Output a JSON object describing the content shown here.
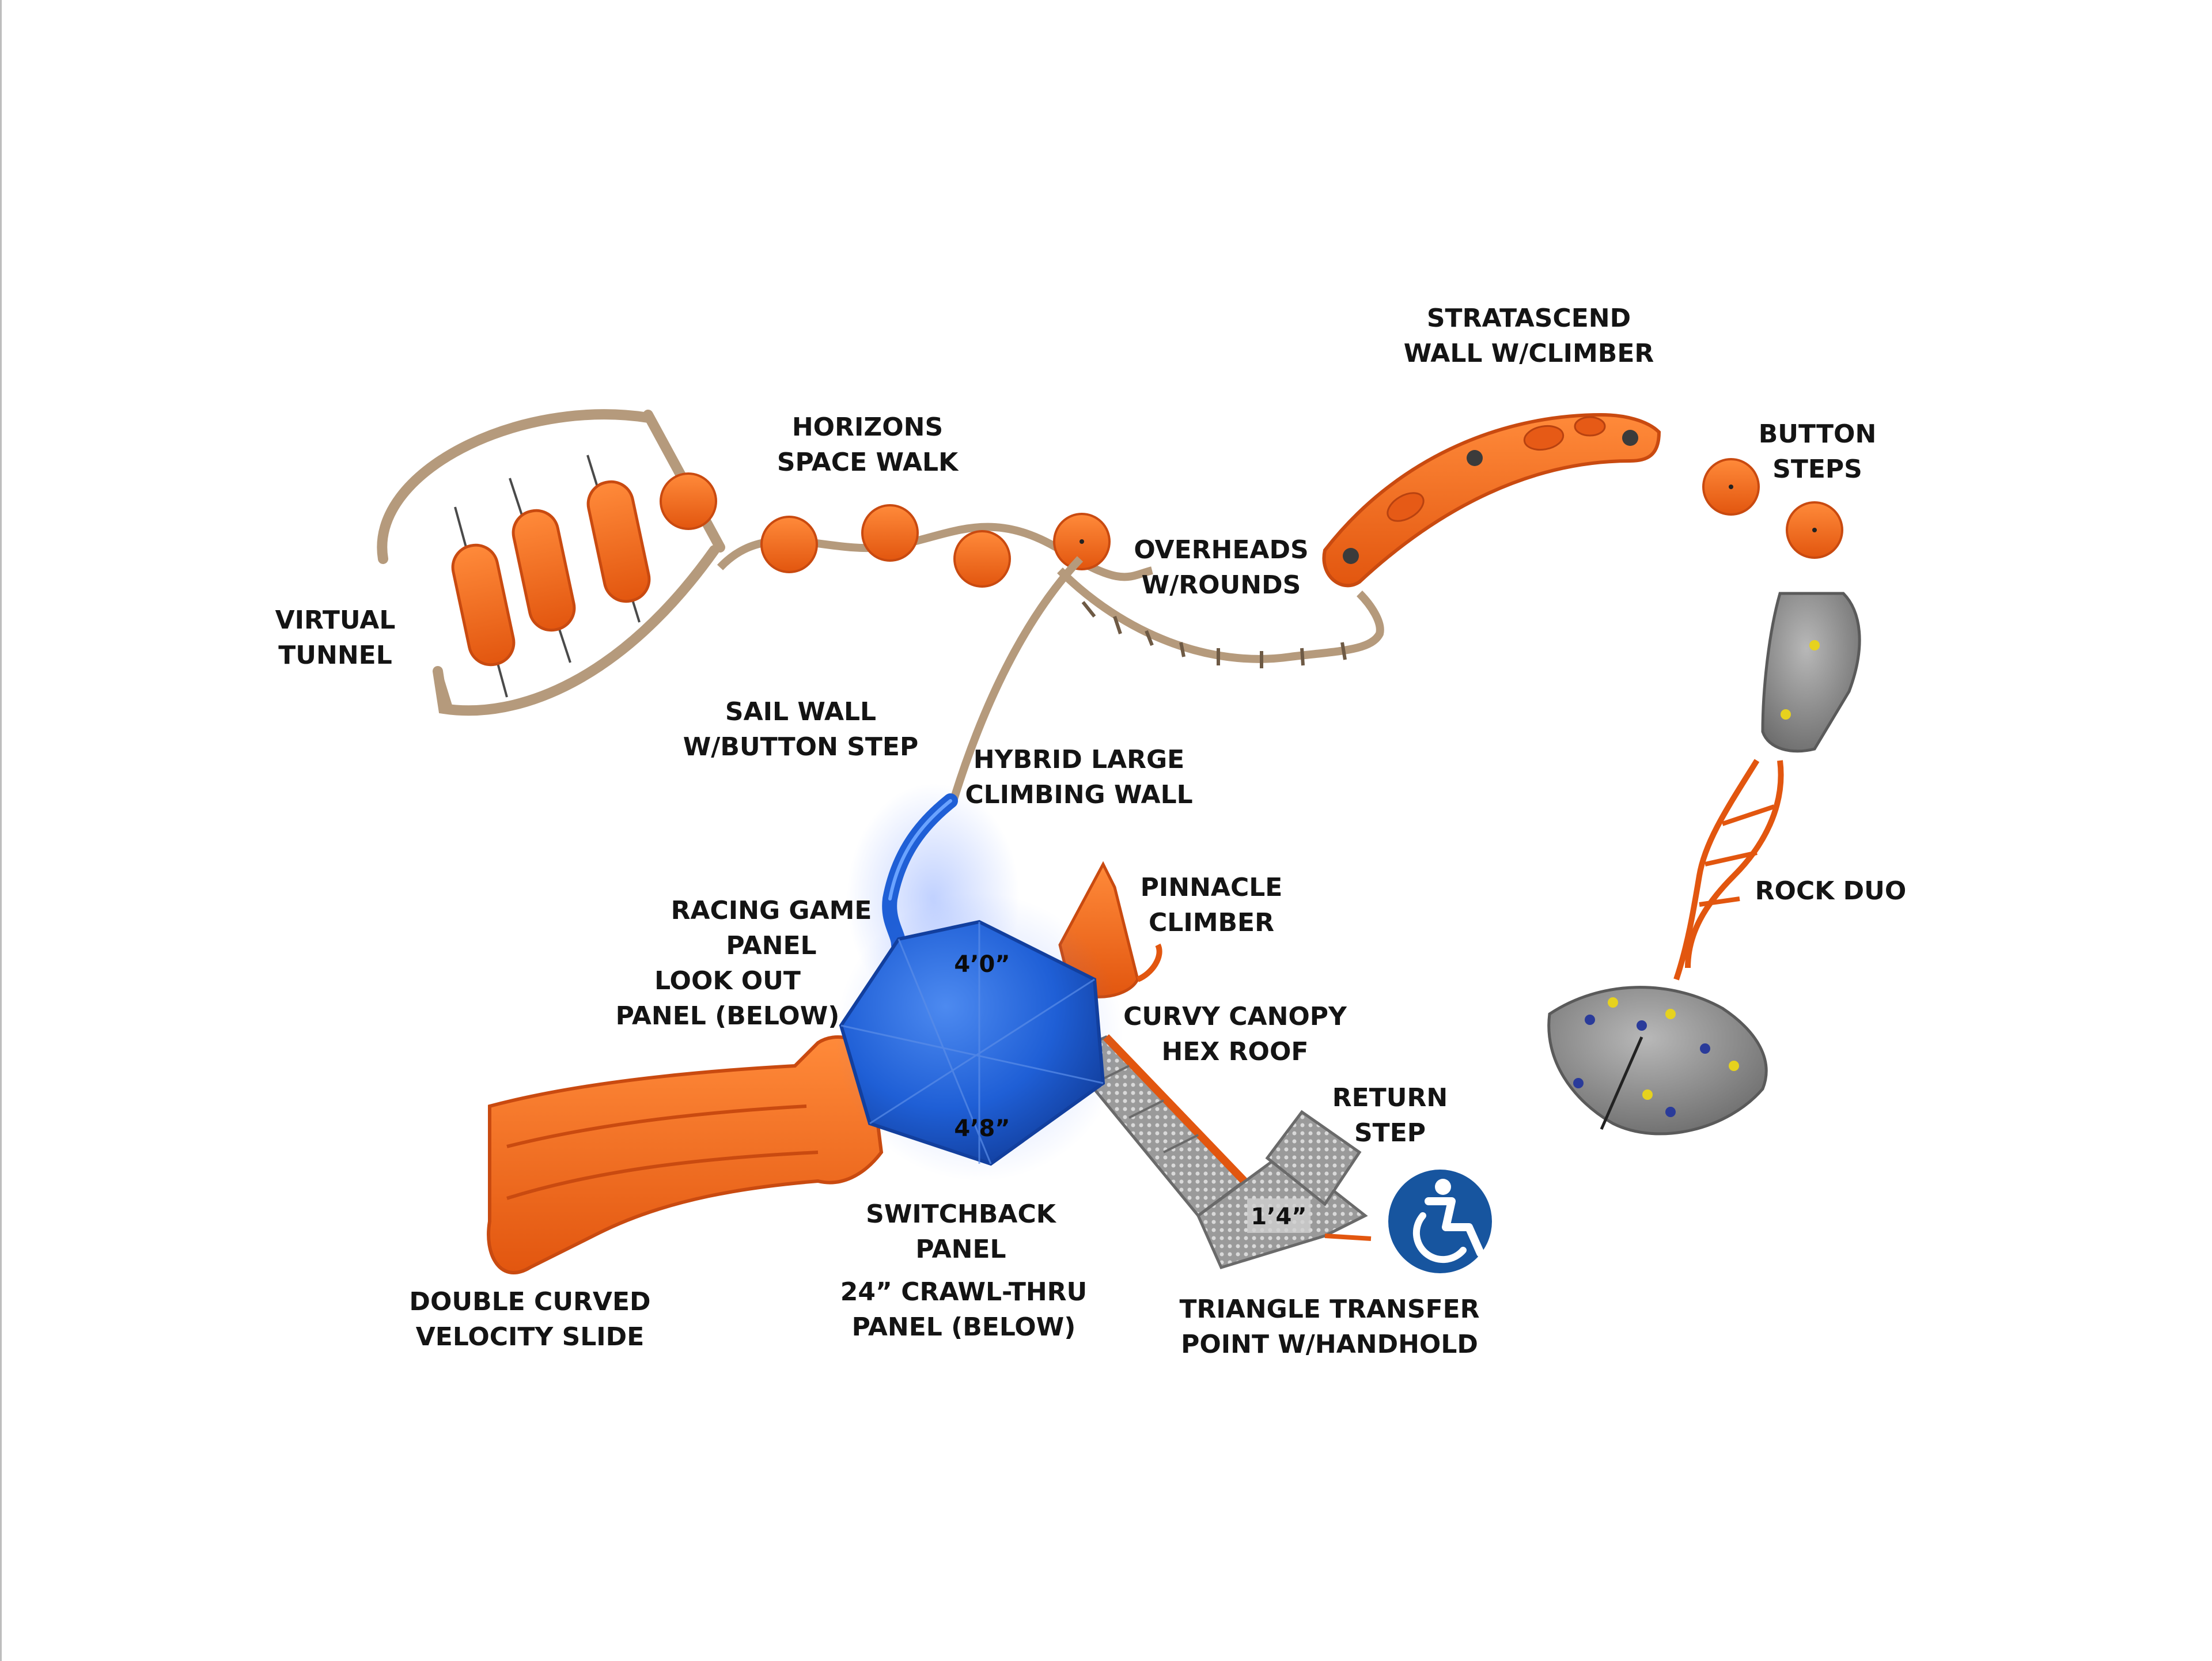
{
  "labels": {
    "virtual_tunnel": [
      "VIRTUAL",
      "TUNNEL"
    ],
    "horizons_space_walk": [
      "HORIZONS",
      "SPACE WALK"
    ],
    "stratascend_wall": [
      "STRATASCEND",
      "WALL W/CLIMBER"
    ],
    "button_steps": [
      "BUTTON",
      "STEPS"
    ],
    "overheads_rounds": [
      "OVERHEADS",
      "W/ROUNDS"
    ],
    "sail_wall": [
      "SAIL WALL",
      "W/BUTTON STEP"
    ],
    "hybrid_climbing_wall": [
      "HYBRID LARGE",
      "CLIMBING WALL"
    ],
    "racing_game_panel": [
      "RACING GAME",
      "PANEL"
    ],
    "look_out_panel": [
      "LOOK OUT",
      "PANEL (BELOW)"
    ],
    "pinnacle_climber": [
      "PINNACLE",
      "CLIMBER"
    ],
    "curvy_canopy": [
      "CURVY CANOPY",
      "HEX ROOF"
    ],
    "rock_duo": [
      "ROCK DUO"
    ],
    "return_step": [
      "RETURN",
      "STEP"
    ],
    "switchback_panel": [
      "SWITCHBACK",
      "PANEL"
    ],
    "crawl_thru_panel": [
      "24” CRAWL-THRU",
      "PANEL (BELOW)"
    ],
    "double_curved_slide": [
      "DOUBLE CURVED",
      "VELOCITY SLIDE"
    ],
    "triangle_transfer": [
      "TRIANGLE TRANSFER",
      "POINT W/HANDHOLD"
    ]
  },
  "dimensions": {
    "deck_upper": "4’0”",
    "deck_lower": "4’8”",
    "transfer_height": "1’4”"
  },
  "icons": {
    "accessibility": "accessibility-icon"
  },
  "colors": {
    "orange": "#f0641e",
    "orange_dark": "#c94a10",
    "tan": "#b59a7c",
    "blue": "#1f5fd6",
    "blue_dark": "#1240a8",
    "gray": "#8f8f8f",
    "accessibility_blue": "#17559f"
  }
}
